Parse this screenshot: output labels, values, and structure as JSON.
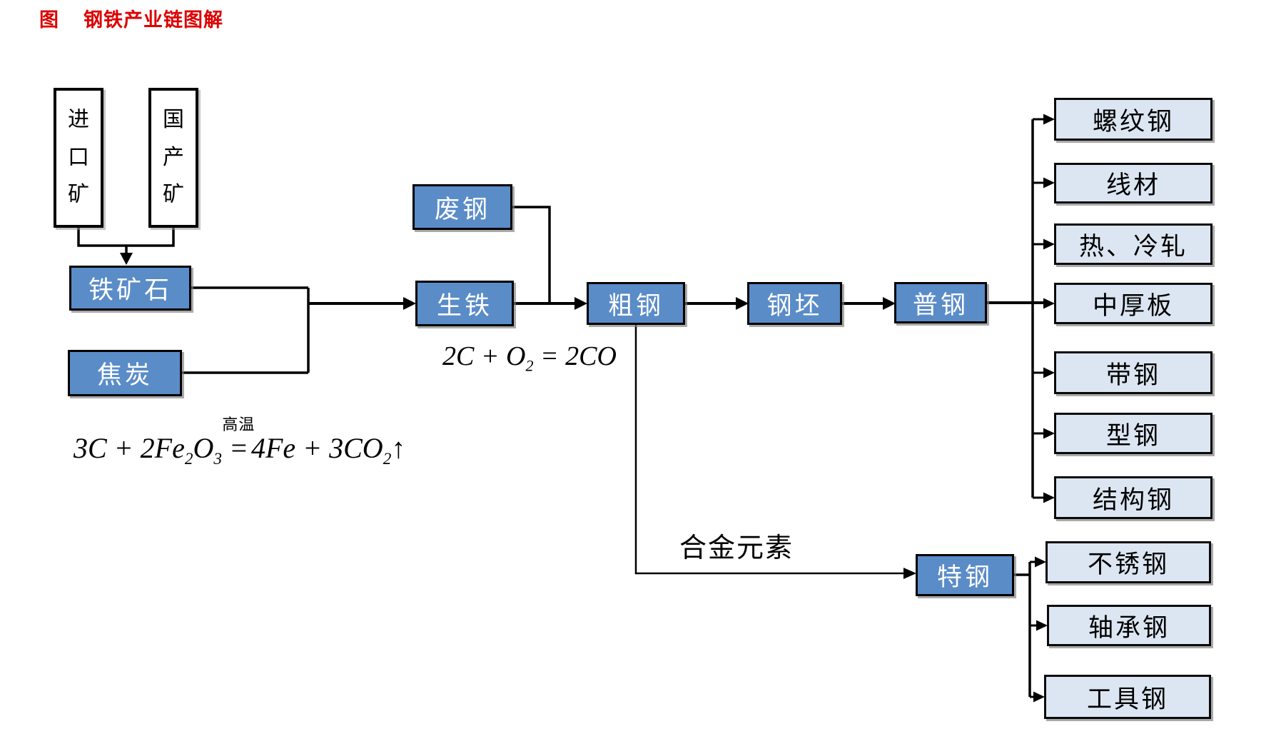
{
  "figure": {
    "label": "图",
    "title": "钢铁产业链图解"
  },
  "colors": {
    "title_red": "#dd0000",
    "process_box_fill": "#5a8cc8",
    "process_box_text": "#ffffff",
    "product_box_fill": "#dce6f2",
    "product_box_text": "#000000",
    "box_border": "#000000",
    "connector": "#000000"
  },
  "sources": {
    "imported_ore": "进口矿",
    "domestic_ore": "国产矿"
  },
  "nodes": {
    "iron_ore": "铁矿石",
    "coke": "焦炭",
    "scrap_steel": "废钢",
    "pig_iron": "生铁",
    "crude_steel": "粗钢",
    "billet": "钢坯",
    "ordinary_steel": "普钢",
    "special_steel": "特钢"
  },
  "ordinary_products": [
    "螺纹钢",
    "线材",
    "热、冷轧",
    "中厚板",
    "带钢",
    "型钢",
    "结构钢"
  ],
  "special_products": [
    "不锈钢",
    "轴承钢",
    "工具钢"
  ],
  "annotations": {
    "alloy_elements": "合金元素"
  },
  "equations": {
    "combustion": {
      "part1": "2C + O",
      "sub1": "2",
      "part2": " = 2CO"
    },
    "reduction": {
      "part1": "3C + 2Fe",
      "sub1": "2",
      "part2": "O",
      "sub2": "3",
      "condition": "高温",
      "equals": "=",
      "part3": "4Fe + 3CO",
      "sub3": "2",
      "up_arrow": "↑"
    }
  }
}
